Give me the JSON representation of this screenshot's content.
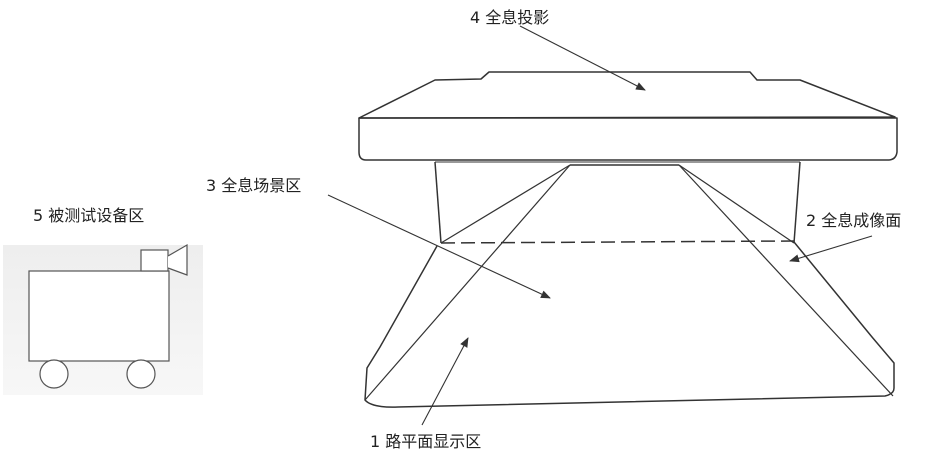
{
  "labels": {
    "projection": "4 全息投影",
    "scene": "3 全息场景区",
    "imaging_plane": "2 全息成像面",
    "road_display": "1 路平面显示区",
    "device_under_test": "5 被测试设备区"
  },
  "colors": {
    "stroke": "#333333",
    "panel": "#f2f2f2",
    "arrow": "#444444"
  }
}
